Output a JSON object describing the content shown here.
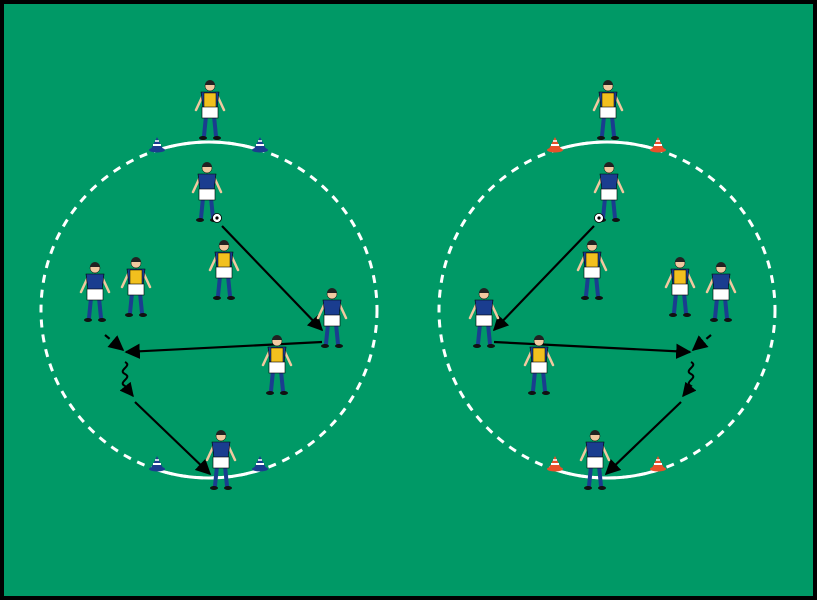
{
  "colors": {
    "pitch": "#009966",
    "border": "#000000",
    "lines": "#ffffff",
    "team_shirt": "#1a3d8f",
    "bib": "#f2c01e",
    "shorts": "#ffffff",
    "skin": "#f1c9a0",
    "cone_left": "#1a3d8f",
    "cone_right": "#e8502a",
    "arrow": "#000000"
  },
  "drills": [
    {
      "name": "left-drill",
      "cone_color": "blue",
      "players_blue": 4,
      "players_yellow": 4
    },
    {
      "name": "right-drill",
      "cone_color": "orange",
      "players_blue": 4,
      "players_yellow": 4
    }
  ]
}
